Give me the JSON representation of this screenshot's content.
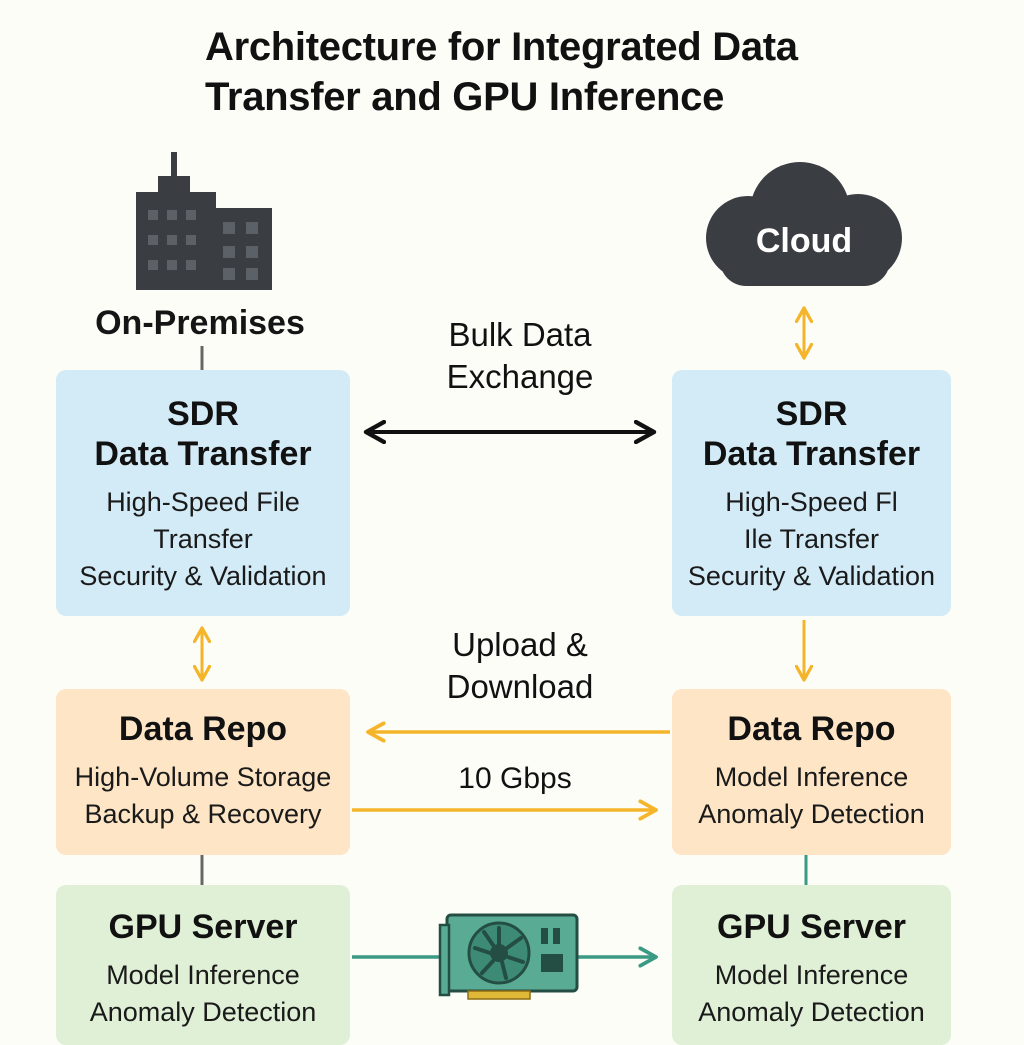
{
  "title": {
    "line1": "Architecture for Integrated Data",
    "line2": "Transfer and GPU Inference"
  },
  "on_premises": {
    "label": "On-Premises"
  },
  "cloud": {
    "label": "Cloud"
  },
  "connections": {
    "bulk_line1": "Bulk Data",
    "bulk_line2": "Exchange",
    "upload_line1": "Upload &",
    "upload_line2": "Download",
    "speed": "10 Gbps"
  },
  "left": {
    "sdr": {
      "line1": "SDR",
      "line2": "Data Transfer",
      "sub1": "High-Speed File",
      "sub2": "Transfer",
      "sub3": "Security & Validation"
    },
    "repo": {
      "title": "Data Repo",
      "sub1": "High-Volume Storage",
      "sub2": "Backup & Recovery"
    },
    "gpu": {
      "title": "GPU Server",
      "sub1": "Model Inference",
      "sub2": "Anomaly Detection"
    }
  },
  "right": {
    "sdr": {
      "line1": "SDR",
      "line2": "Data Transfer",
      "sub1": "High-Speed Fl",
      "sub2": "Ile Transfer",
      "sub3": "Security & Validation"
    },
    "repo": {
      "title": "Data Repo",
      "sub1": "Model Inference",
      "sub2": "Anomaly Detection"
    },
    "gpu": {
      "title": "GPU Server",
      "sub1": "Model Inference",
      "sub2": "Anomaly Detection"
    }
  },
  "icons": [
    "building-icon",
    "cloud-icon",
    "gpu-card-icon"
  ],
  "colors": {
    "sdr_fill": "#d3ebf7",
    "repo_fill": "#fde5c6",
    "gpu_fill": "#dff0d6",
    "orange_arrow": "#f5b52a",
    "teal_arrow": "#3a9a84",
    "black_arrow": "#111111"
  }
}
